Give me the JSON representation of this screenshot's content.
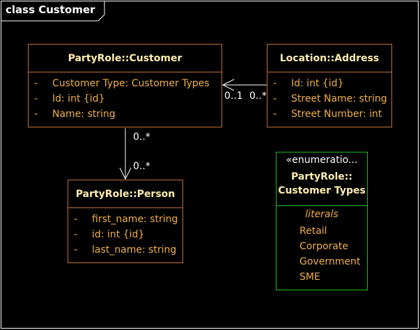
{
  "frame": {
    "title": "class Customer"
  },
  "classes": {
    "customer": {
      "name": "PartyRole::Customer",
      "attributes": [
        {
          "visibility": "-",
          "text": "Customer Type: Customer Types"
        },
        {
          "visibility": "-",
          "text": "Id: int {id}"
        },
        {
          "visibility": "-",
          "text": "Name: string"
        }
      ]
    },
    "address": {
      "name": "Location::Address",
      "attributes": [
        {
          "visibility": "-",
          "text": "Id: int {id}"
        },
        {
          "visibility": "-",
          "text": "Street Name: string"
        },
        {
          "visibility": "-",
          "text": "Street Number: int"
        }
      ]
    },
    "person": {
      "name": "PartyRole::Person",
      "attributes": [
        {
          "visibility": "-",
          "text": "first_name: string"
        },
        {
          "visibility": "-",
          "text": "id: int {id}"
        },
        {
          "visibility": "-",
          "text": "last_name: string"
        }
      ]
    }
  },
  "enumeration": {
    "stereotype": "«enumeratio...",
    "name_line1": "PartyRole::",
    "name_line2": "Customer Types",
    "compartment": "literals",
    "literals": [
      "Retail",
      "Corporate",
      "Government",
      "SME"
    ]
  },
  "associations": {
    "address_customer": {
      "source_mult": "0..1",
      "target_mult": "0..*"
    },
    "customer_person": {
      "source_mult": "0..*",
      "target_mult": "0..*"
    }
  },
  "colors": {
    "class_border": "#c0703a",
    "class_name": "#ffeeb0",
    "attribute": "#f0b040",
    "enum_border": "#1dbb1d",
    "background": "#000000",
    "line": "#ffffff"
  }
}
